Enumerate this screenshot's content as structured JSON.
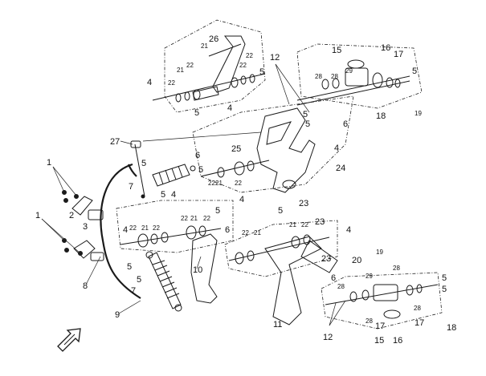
{
  "diagram": {
    "callouts": {
      "c1a": "1",
      "c1b": "1",
      "c2": "2",
      "c3": "3",
      "c4a": "4",
      "c4b": "4",
      "c4c": "4",
      "c4d": "4",
      "c4e": "4",
      "c4f": "4",
      "c4g": "4",
      "c5a": "5",
      "c5b": "5",
      "c5c": "5",
      "c5d": "5",
      "c5e": "5",
      "c5f": "5",
      "c5g": "5",
      "c5h": "5",
      "c5i": "5",
      "c5j": "5",
      "c5k": "5",
      "c5l": "5",
      "c5m": "5",
      "c5n": "5",
      "c6a": "6",
      "c6b": "6",
      "c6c": "6",
      "c6d": "6",
      "c7a": "7",
      "c7b": "7",
      "c8": "8",
      "c9": "9",
      "c10": "10",
      "c11": "11",
      "c12a": "12",
      "c12b": "12",
      "c15a": "15",
      "c15b": "15",
      "c16a": "16",
      "c16b": "16",
      "c17a": "17",
      "c17b": "17",
      "c17c": "17",
      "c18a": "18",
      "c18b": "18",
      "c19a": "19",
      "c19b": "19",
      "c20": "20",
      "c21a": "21",
      "c21b": "21",
      "c21c": "21",
      "c21d": "21",
      "c21e": "21",
      "c21f": "21",
      "c21g": "21",
      "c22a": "22",
      "c22b": "22",
      "c22c": "22",
      "c22d": "22",
      "c22e": "22",
      "c22f": "22",
      "c22g": "22",
      "c22h": "22",
      "c22i": "22",
      "c22j": "22",
      "c22k": "22",
      "c22l": "22",
      "c23a": "23",
      "c23b": "23",
      "c23c": "23",
      "c24": "24",
      "c25": "25",
      "c26": "26",
      "c27": "27",
      "c28a": "28",
      "c28b": "28",
      "c28c": "28",
      "c28d": "28",
      "c28e": "28",
      "c28f": "28",
      "c29a": "29",
      "c29b": "29"
    }
  }
}
